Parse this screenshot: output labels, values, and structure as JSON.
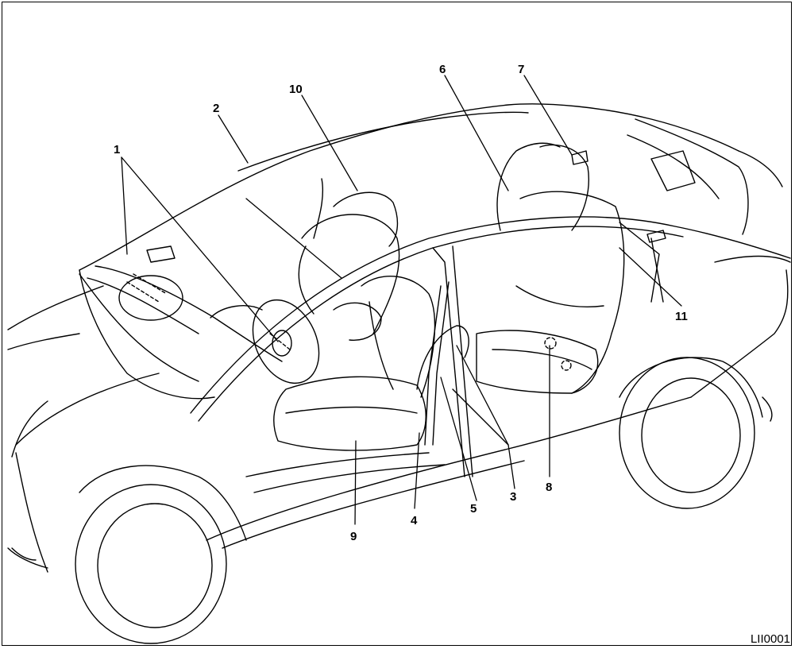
{
  "figure": {
    "code": "LII0001",
    "callouts": {
      "c1": "1",
      "c2": "2",
      "c3": "3",
      "c4": "4",
      "c5": "5",
      "c6": "6",
      "c7": "7",
      "c8": "8",
      "c9": "9",
      "c10": "10",
      "c11": "11"
    }
  }
}
